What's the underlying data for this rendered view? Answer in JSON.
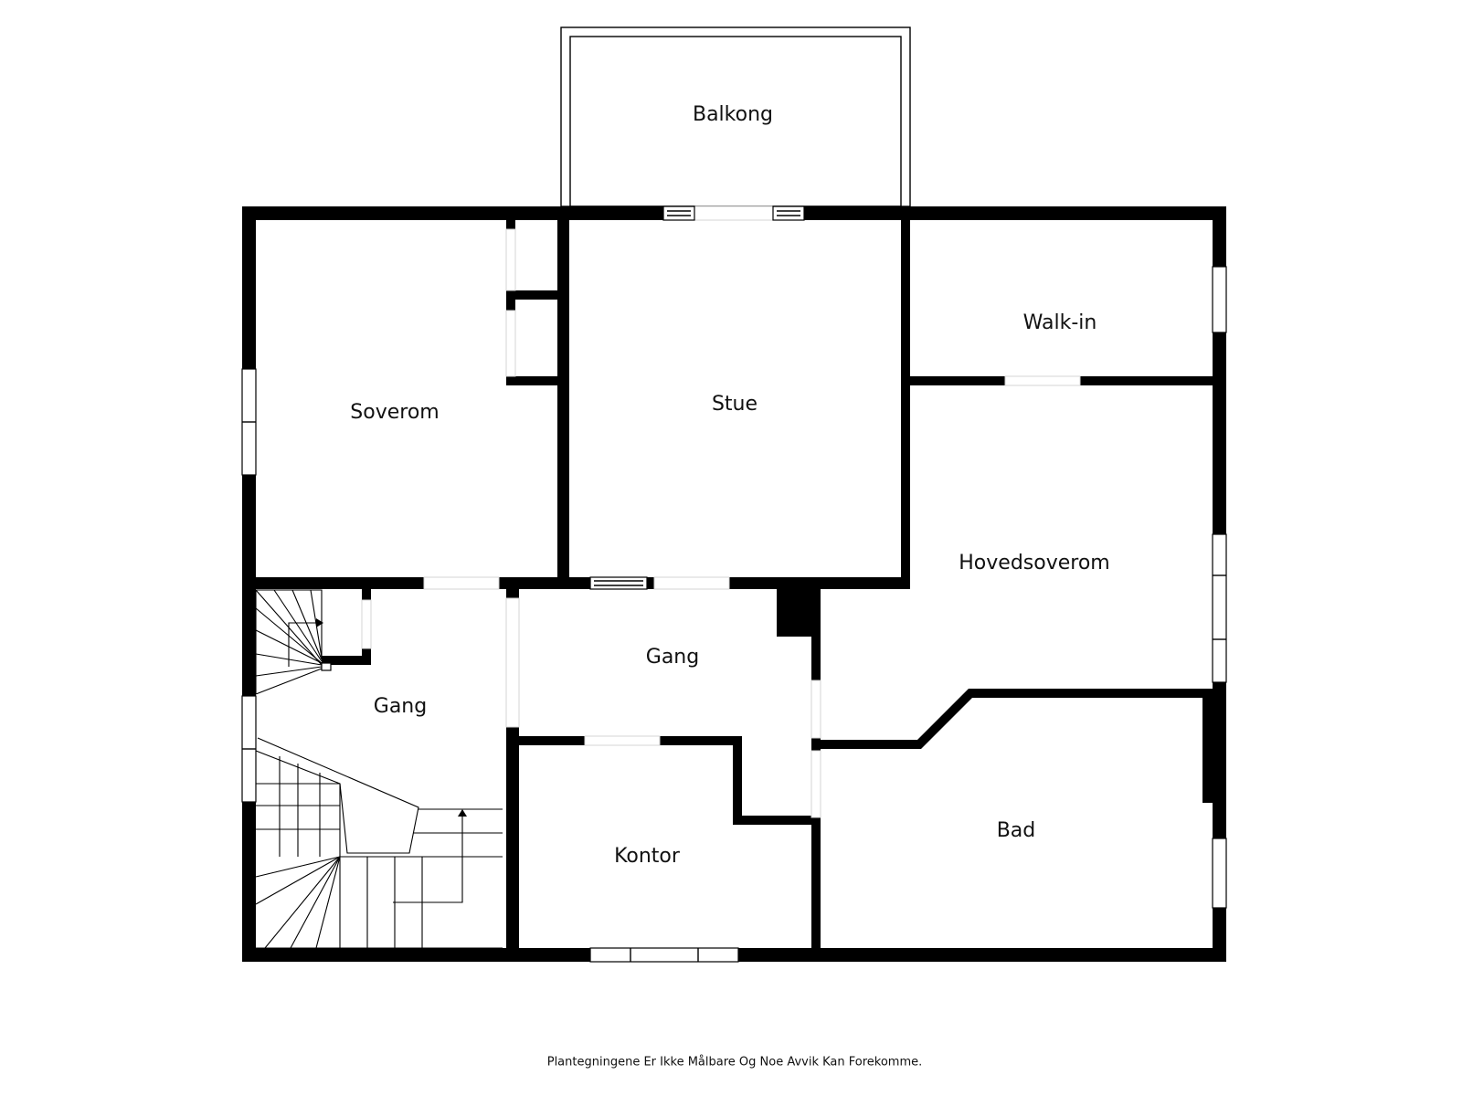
{
  "rooms": {
    "balkong": "Balkong",
    "soverom": "Soverom",
    "stue": "Stue",
    "walkin": "Walk-in",
    "hovedsoverom": "Hovedsoverom",
    "gang_left": "Gang",
    "gang_mid": "Gang",
    "kontor": "Kontor",
    "bad": "Bad"
  },
  "footer": {
    "disclaimer": "Plantegningene Er Ikke Målbare Og Noe Avvik Kan Forekomme."
  },
  "colors": {
    "wall": "#000000",
    "background": "#ffffff"
  }
}
